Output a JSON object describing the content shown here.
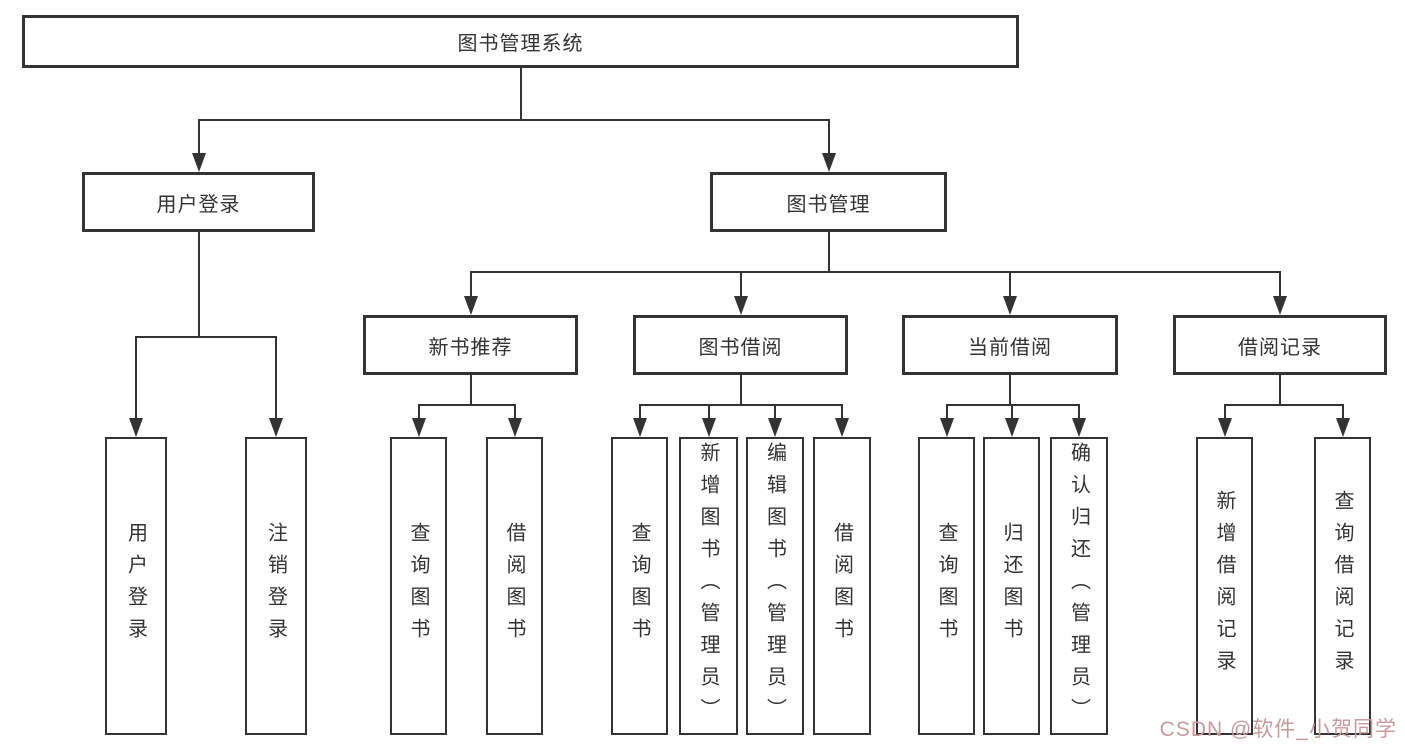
{
  "colors": {
    "line": "#333333",
    "box_background": "#ffffff",
    "text": "#333333",
    "watermark": "#c79b9e",
    "page_background": "#ffffff"
  },
  "watermark": {
    "text": "CSDN @软件_小贺同学"
  },
  "diagram": {
    "title": "图书管理系统",
    "nodes": [
      {
        "id": "root",
        "label": "图书管理系统",
        "parent": null
      },
      {
        "id": "user-login-module",
        "label": "用户登录",
        "parent": "root"
      },
      {
        "id": "book-management",
        "label": "图书管理",
        "parent": "root"
      },
      {
        "id": "new-book-recommend",
        "label": "新书推荐",
        "parent": "book-management"
      },
      {
        "id": "book-borrow",
        "label": "图书借阅",
        "parent": "book-management"
      },
      {
        "id": "current-borrow",
        "label": "当前借阅",
        "parent": "book-management"
      },
      {
        "id": "borrow-records",
        "label": "借阅记录",
        "parent": "book-management"
      },
      {
        "id": "user-login",
        "label": "用户登录",
        "parent": "user-login-module"
      },
      {
        "id": "logout",
        "label": "注销登录",
        "parent": "user-login-module"
      },
      {
        "id": "query-books-1",
        "label": "查询图书",
        "parent": "new-book-recommend"
      },
      {
        "id": "borrow-books-1",
        "label": "借阅图书",
        "parent": "new-book-recommend"
      },
      {
        "id": "query-books-2",
        "label": "查询图书",
        "parent": "book-borrow"
      },
      {
        "id": "add-books",
        "label": "新增图书（管理员）",
        "parent": "book-borrow"
      },
      {
        "id": "edit-books",
        "label": "编辑图书（管理员）",
        "parent": "book-borrow"
      },
      {
        "id": "borrow-books-2",
        "label": "借阅图书",
        "parent": "book-borrow"
      },
      {
        "id": "query-books-3",
        "label": "查询图书",
        "parent": "current-borrow"
      },
      {
        "id": "return-books",
        "label": "归还图书",
        "parent": "current-borrow"
      },
      {
        "id": "confirm-return",
        "label": "确认归还（管理员）",
        "parent": "current-borrow"
      },
      {
        "id": "add-borrow-record",
        "label": "新增借阅记录",
        "parent": "borrow-records"
      },
      {
        "id": "query-borrow-record",
        "label": "查询借阅记录",
        "parent": "borrow-records"
      }
    ]
  }
}
